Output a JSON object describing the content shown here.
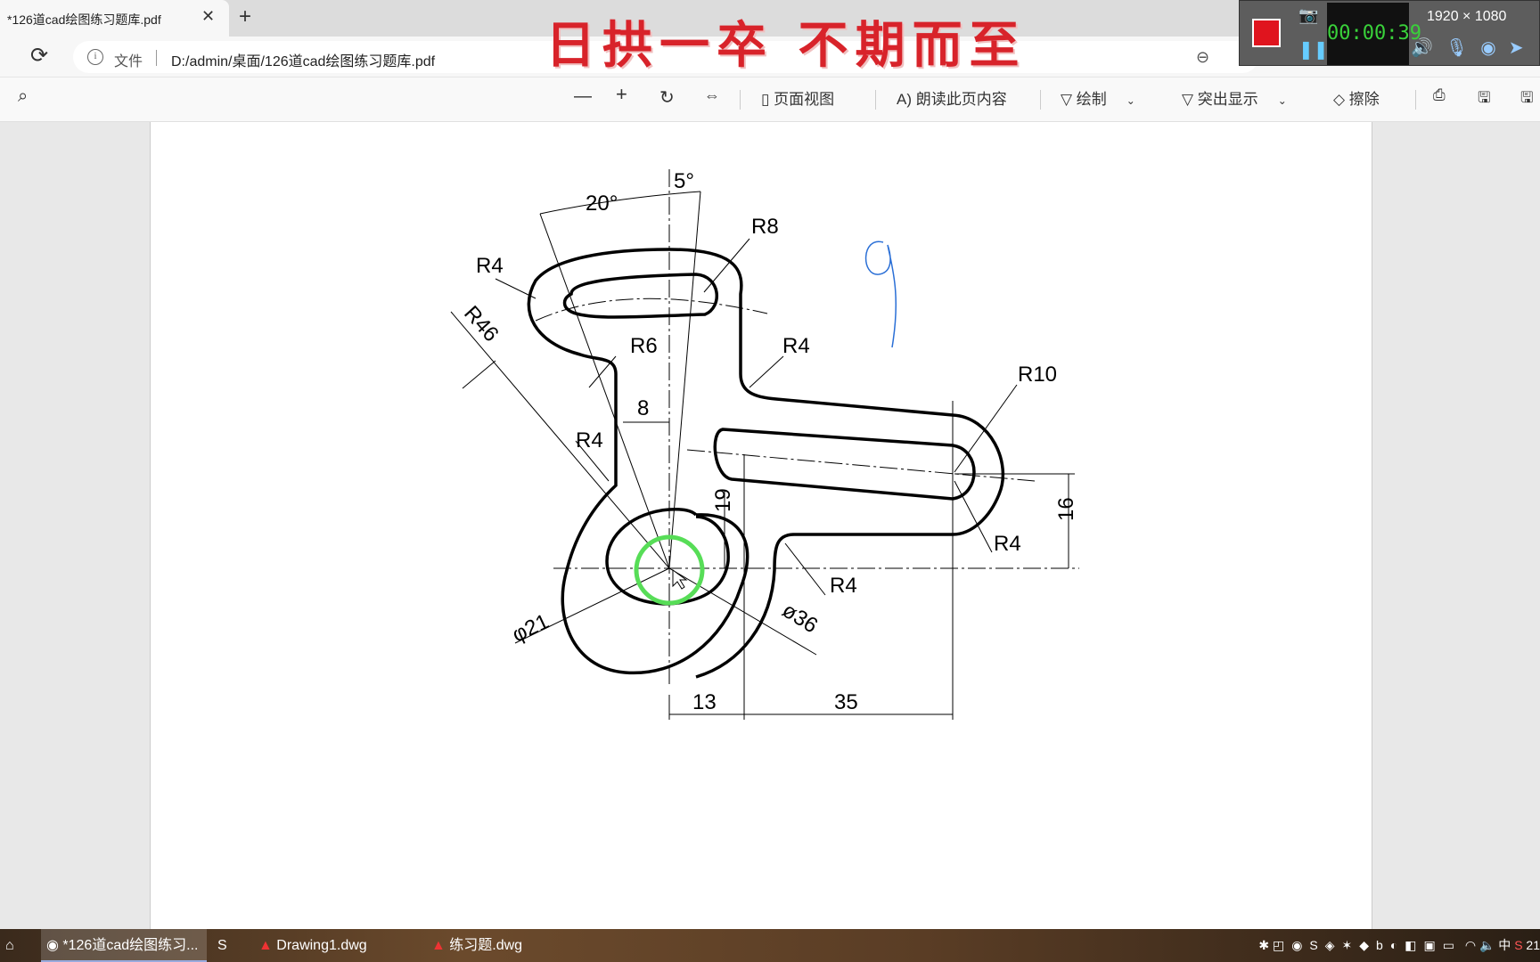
{
  "browser": {
    "tab_title": "*126道cad绘图练习题库.pdf",
    "tab_close": "✕",
    "new_tab": "+",
    "file_label": "文件",
    "url": "D:/admin/桌面/126道cad绘图练习题库.pdf"
  },
  "overlay": {
    "slogan": "日拱一卒 不期而至"
  },
  "recorder": {
    "time": "00:00:39",
    "resolution": "1920 × 1080"
  },
  "pdf_toolbar": {
    "page_view": "页面视图",
    "read_aloud": "朗读此页内容",
    "draw": "绘制",
    "highlight": "突出显示",
    "erase": "擦除"
  },
  "drawing_labels": {
    "angle_5": "5°",
    "angle_20": "20°",
    "r8": "R8",
    "r4_top": "R4",
    "r46": "R46",
    "r6": "R6",
    "r4_mid": "R4",
    "r10": "R10",
    "dim_8": "8",
    "r4_left": "R4",
    "dim_19": "19",
    "dim_16": "16",
    "r4_right": "R4",
    "r4_bottom": "R4",
    "dia21": "φ21",
    "dia36": "ø36",
    "dim_13": "13",
    "dim_35": "35",
    "handwriting": "9"
  },
  "taskbar": {
    "items": [
      {
        "label": "*126道cad绘图练习..."
      },
      {
        "label": "Drawing1.dwg"
      },
      {
        "label": "练习题.dwg"
      }
    ],
    "ime": "中",
    "clock": "21"
  }
}
